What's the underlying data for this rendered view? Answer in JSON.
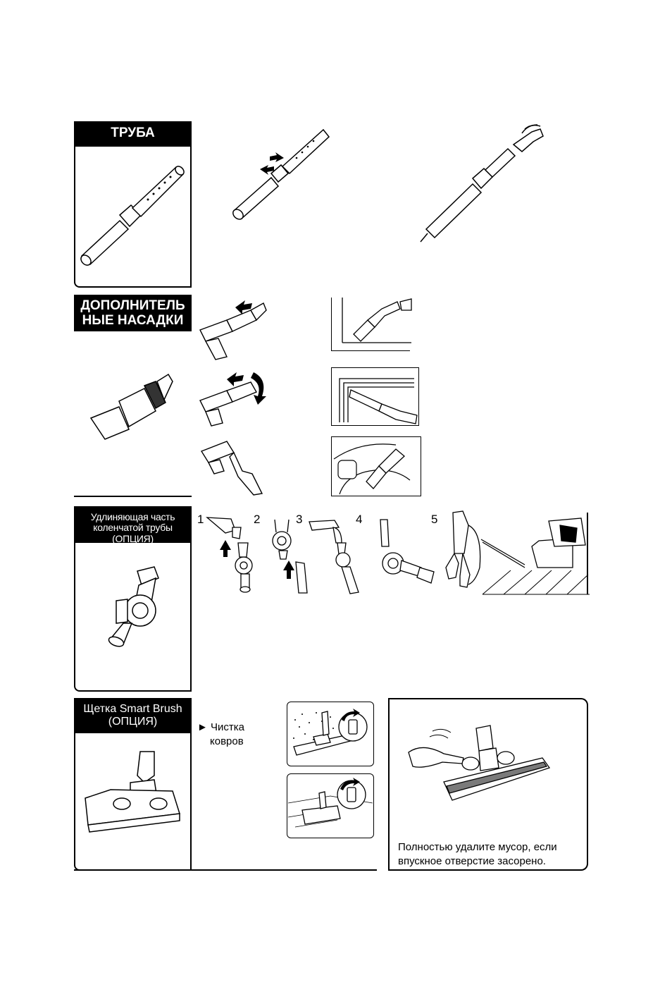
{
  "sections": {
    "pipe": {
      "title": "ТРУБА"
    },
    "accessories": {
      "title_line1": "ДОПОЛНИТЕЛЬ",
      "title_line2": "НЫЕ НАСАДКИ"
    },
    "extension": {
      "title_line1": "Удлиняющая часть",
      "title_line2": "коленчатой трубы (ОПЦИЯ)",
      "steps": [
        "1",
        "2",
        "3",
        "4",
        "5"
      ]
    },
    "smart_brush": {
      "title_line1": "Щетка Smart Brush",
      "title_line2": "(ОПЦИЯ)",
      "bullet_glyph": "►",
      "bullet_line1": "Чистка",
      "bullet_line2": "ковров",
      "caption_line1": "Полностью удалите мусор, если",
      "caption_line2": "впускное отверстие засорено."
    }
  },
  "icons": {
    "bullet": "triangle-right-icon",
    "arrows": "arrow-icon",
    "rotate": "rotate-arrow-icon"
  },
  "colors": {
    "ink": "#000000",
    "paper": "#ffffff",
    "grey": "#7a7a7a"
  }
}
